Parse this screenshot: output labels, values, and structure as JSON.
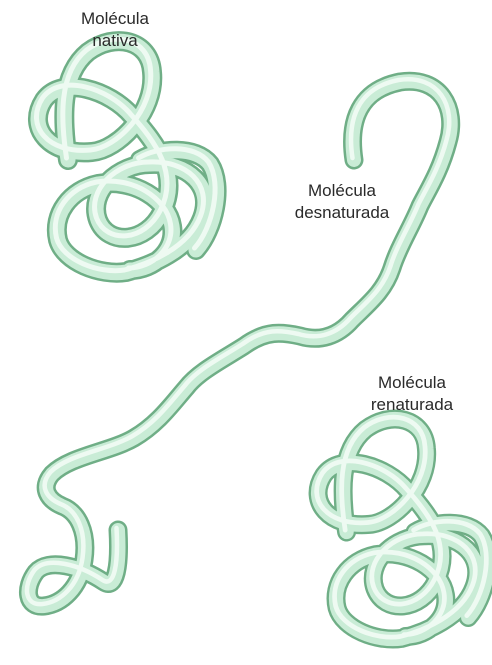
{
  "labels": {
    "native": {
      "line1": "Molécula",
      "line2": "nativa"
    },
    "denatured": {
      "line1": "Molécula",
      "line2": "desnaturada"
    },
    "renatured": {
      "line1": "Molécula",
      "line2": "renaturada"
    }
  },
  "colors": {
    "strand_outline": "#6fae86",
    "strand_fill": "#c9ecd6",
    "strand_highlight": "#eefaf2",
    "text": "#2a2a2a",
    "background": "#ffffff"
  }
}
